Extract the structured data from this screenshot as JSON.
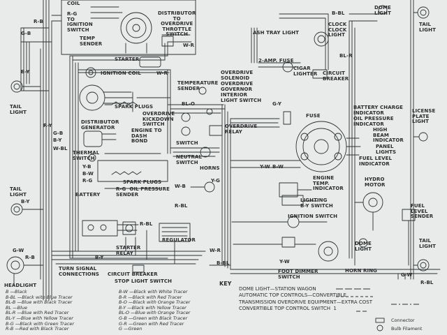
{
  "labels": {
    "coil": "COIL",
    "rg_to_ignition": "R-G\nTO\nIGNITION\nSWITCH",
    "temp_sender_top": "TEMP\nSENDER",
    "distributor_top": "DISTRIBUTOR\nTO\nOVERDRIVE\nTHROTTLE\nSWITCH",
    "wr_top": "W-R",
    "bbl_top": "B-BL",
    "dome_light_top": "DOME\nLIGHT",
    "tail_light_tr": "TAIL\nLIGHT",
    "rb_tl": "R-B",
    "gb_tl": "G-B",
    "ash_tray": "ASH TRAY LIGHT",
    "clock_light": "CLOCK\nCLOCK\nLIGHT",
    "starter": "STARTER",
    "ignition_coil": "IGNITION COIL",
    "wr_coil": "W-R",
    "two_amp_fuse": "2-AMP. FUSE",
    "cigar_lighter": "CIGAR\nLIGHTER",
    "circuit_breaker_top": "CIRCUIT\nBREAKER",
    "blr": "BL-R",
    "by_left": "B-Y",
    "tail_light_left": "TAIL\nLIGHT",
    "temperature_sender": "TEMPERATURE\nSENDER",
    "overdrive_solenoid": "OVERDRIVE\nSOLENOID",
    "overdrive_governor": "OVERDRIVE\nGOVERNOR",
    "interior_light_switch": "INTERIOR\nLIGHT SWITCH",
    "spark_plugs_top": "SPARK PLUGS",
    "overdrive_kickdown": "OVERDRIVE\nKICKDOWN\nSWITCH",
    "blo": "BL-O",
    "gy": "G-Y",
    "fuse": "FUSE",
    "battery_charge": "BATTERY CHARGE\nINDICATOR",
    "oil_pressure_ind": "OIL PRESSURE\nINDICATOR",
    "high_beam": "HIGH\nBEAM\nINDICATOR",
    "panel_lights": "PANEL\nLIGHTS",
    "fuel_level_ind": "FUEL LEVEL\nINDICATOR",
    "license_plate": "LICENSE\nPLATE\nLIGHT",
    "distributor_generator": "DISTRIBUTOR\nGENERATOR",
    "engine_to_dash": "ENGINE TO\nDASH\nBOND",
    "overdrive_relay": "OVERDRIVE\nRELAY",
    "switch": "SWITCH",
    "ry": "R-Y",
    "gb_l": "G-B",
    "by_l2": "B-Y",
    "wbl": "W-BL",
    "thermal_switch": "THERMAL\nSWITCH",
    "yb": "Y-B",
    "bw": "B-W",
    "rg_l": "R-G",
    "horns": "HORNS",
    "neutral_switch": "NEUTRAL\nSWITCH",
    "yw": "Y-W",
    "bw_r": "B-W",
    "spark_plugs_mid": "SPARK PLUGS",
    "oil_pressure_sender": "R-G  OIL PRESSURE\nSENDER",
    "wb": "W-B",
    "yg": "Y-G",
    "engine_temp_ind": "ENGINE\nTEMP.\nINDICATOR",
    "hydro_motor": "HYDRO\nMOTOR",
    "lighting_switch": "LIGHTING\nB-Y SWITCH",
    "tail_light_ml": "TAIL\nLIGHT",
    "by_ml": "B-Y",
    "battery": "BATTERY",
    "rbl": "R-BL",
    "rbl2": "R-BL",
    "ignition_switch": "IGNITION SWITCH",
    "fuel_level_sender": "FUEL\nLEVEL\nSENDER",
    "regulator": "REGULATOR",
    "dome_light_br": "DOME\nLIGHT",
    "tail_light_br": "TAIL\nLIGHT",
    "starter_relay": "STARTER\nRELAY",
    "turn_signal": "TURN SIGNAL\nCONNECTIONS",
    "circuit_breaker_bot": "CIRCUIT BREAKER",
    "stop_light_switch": "STOP LIGHT SWITCH",
    "foot_dimmer": "FOOT DIMMER\nSWITCH",
    "horn_ring": "HORN RING",
    "headlight": "HEADLIGHT",
    "gw_bot": "G-W",
    "rb_bot": "R-B",
    "by_bot": "B-Y",
    "wr_bot": "W-R",
    "yw_bot": "Y-W",
    "bbl_bot": "B-BL",
    "gw_r": "G-W",
    "rbl_r": "R-BL"
  },
  "key": {
    "title": "KEY",
    "col1": [
      "B —Black",
      "B-BL —Black with Blue Tracer",
      "BL-B —Blue with Black Tracer",
      "BL —Blue",
      "BL-R —Blue with Red Tracer",
      "BL-Y —Blue with Yellow Tracer",
      "B-G —Black with Green Tracer",
      "R-B —Red with Black Tracer"
    ],
    "col2": [
      "B-W —Black with White Tracer",
      "B-R —Black with Red Tracer",
      "B-O —Black with Orange Tracer",
      "B-Y —Black with Yellow Tracer",
      "BL-O —Blue with Orange Tracer",
      "G-B —Green with Black Tracer",
      "G-R —Green with Red Tracer",
      "G —Green"
    ],
    "equipment": [
      "DOME LIGHT—STATION WAGON",
      "AUTOMATIC TOP CONTROLS—CONVERTIBLE",
      "TRANSMISSION OVERDRIVE EQUIPMENT—EXTRA COST",
      "CONVERTIBLE TOP CONTROL SWITCH  1"
    ],
    "connector": "Connector",
    "bulb_filament": "Bulb Filament"
  },
  "colors": {
    "background": "#e8ebea",
    "ink": "#2a2c2d"
  }
}
